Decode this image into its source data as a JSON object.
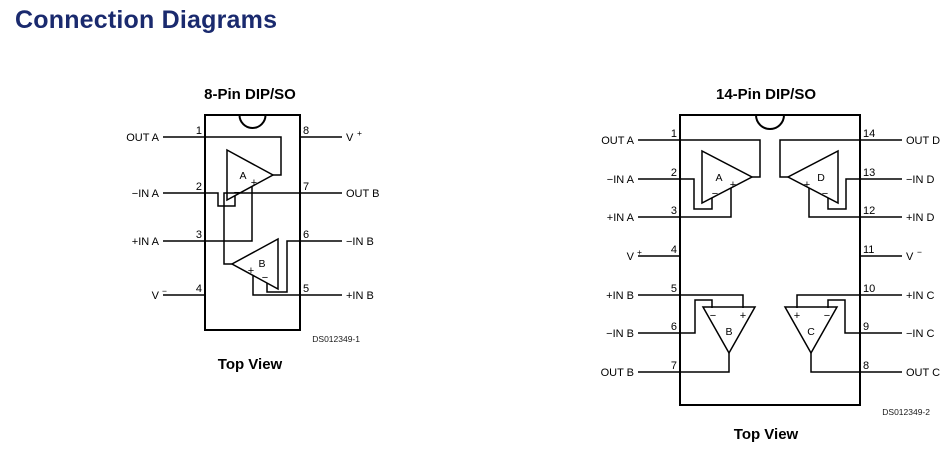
{
  "page": {
    "title": "Connection Diagrams"
  },
  "colors": {
    "heading": "#1a2a6e",
    "line": "#000000"
  },
  "dip8": {
    "heading": "8-Pin DIP/SO",
    "caption": "Top View",
    "ds": "DS012349-1",
    "pins_left": [
      {
        "num": "1",
        "label": "OUT A"
      },
      {
        "num": "2",
        "label": "−IN A"
      },
      {
        "num": "3",
        "label": "+IN A"
      },
      {
        "num": "4",
        "label": "V",
        "sup": "−"
      }
    ],
    "pins_right": [
      {
        "num": "8",
        "label": "V",
        "sup": "+"
      },
      {
        "num": "7",
        "label": "OUT B"
      },
      {
        "num": "6",
        "label": "−IN B"
      },
      {
        "num": "5",
        "label": "+IN B"
      }
    ],
    "amps": [
      {
        "name": "A",
        "sign_left": "−",
        "sign_right": "+"
      },
      {
        "name": "B",
        "sign_left": "+",
        "sign_right": "−"
      }
    ]
  },
  "dip14": {
    "heading": "14-Pin DIP/SO",
    "caption": "Top View",
    "ds": "DS012349-2",
    "pins_left": [
      {
        "num": "1",
        "label": "OUT A"
      },
      {
        "num": "2",
        "label": "−IN A"
      },
      {
        "num": "3",
        "label": "+IN A"
      },
      {
        "num": "4",
        "label": "V",
        "sup": "+"
      },
      {
        "num": "5",
        "label": "+IN B"
      },
      {
        "num": "6",
        "label": "−IN B"
      },
      {
        "num": "7",
        "label": "OUT B"
      }
    ],
    "pins_right": [
      {
        "num": "14",
        "label": "OUT D"
      },
      {
        "num": "13",
        "label": "−IN D"
      },
      {
        "num": "12",
        "label": "+IN D"
      },
      {
        "num": "11",
        "label": "V",
        "sup": "−"
      },
      {
        "num": "10",
        "label": "+IN C"
      },
      {
        "num": "9",
        "label": "−IN C"
      },
      {
        "num": "8",
        "label": "OUT C"
      }
    ],
    "amps": [
      {
        "name": "A",
        "sign_left": "−",
        "sign_right": "+"
      },
      {
        "name": "D",
        "sign_left": "+",
        "sign_right": "−"
      },
      {
        "name": "B",
        "sign_left": "−",
        "sign_right": "+"
      },
      {
        "name": "C",
        "sign_left": "+",
        "sign_right": "−"
      }
    ]
  }
}
